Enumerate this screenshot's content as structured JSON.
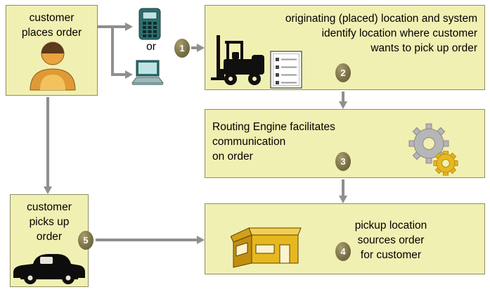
{
  "colors": {
    "box_bg": "#F1F0B3",
    "box_border": "#8F8F62",
    "badge_bg": "#7C7248",
    "badge_highlight": "#A79C6A",
    "badge_shadow": "#5E562F",
    "badge_text": "#FFFFFF",
    "arrow": "#8F8F8F",
    "text": "#000000"
  },
  "nodes": {
    "customer_places_order": {
      "label": "customer\nplaces order"
    },
    "devices": {
      "or_label": "or"
    },
    "originating_system": {
      "label": "originating (placed) location and system\nidentify location where customer\nwants to pick up order"
    },
    "routing_engine": {
      "label": "Routing Engine facilitates\ncommunication\non order"
    },
    "pickup_location": {
      "label": "pickup location\nsources order\nfor customer"
    },
    "customer_picks_up": {
      "label": "customer\npicks up\norder"
    }
  },
  "steps": {
    "s1": "1",
    "s2": "2",
    "s3": "3",
    "s4": "4",
    "s5": "5"
  },
  "icons": {
    "person": "customer avatar",
    "mobile_phone": "mobile phone with keypad",
    "laptop": "laptop computer",
    "forklift": "warehouse forklift",
    "order_list": "order list document",
    "gears": "routing engine gears",
    "store": "pickup store building",
    "car": "customer car"
  }
}
